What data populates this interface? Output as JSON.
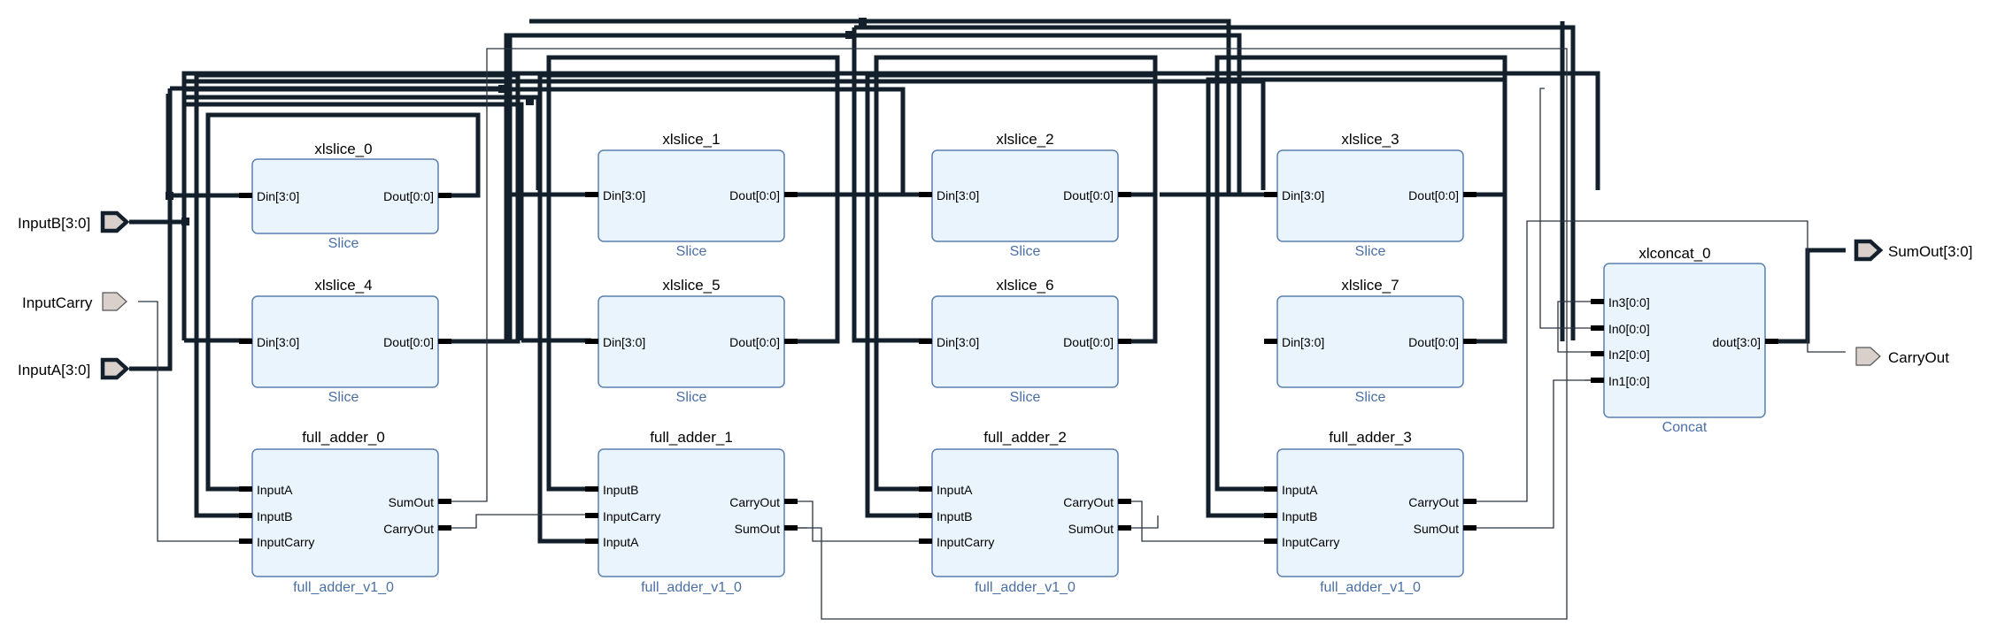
{
  "ports": {
    "input_b": "InputB[3:0]",
    "input_carry": "InputCarry",
    "input_a": "InputA[3:0]",
    "sum_out": "SumOut[3:0]",
    "carry_out": "CarryOut"
  },
  "slices": [
    {
      "name": "xlslice_0",
      "type": "Slice",
      "din": "Din[3:0]",
      "dout": "Dout[0:0]"
    },
    {
      "name": "xlslice_1",
      "type": "Slice",
      "din": "Din[3:0]",
      "dout": "Dout[0:0]"
    },
    {
      "name": "xlslice_2",
      "type": "Slice",
      "din": "Din[3:0]",
      "dout": "Dout[0:0]"
    },
    {
      "name": "xlslice_3",
      "type": "Slice",
      "din": "Din[3:0]",
      "dout": "Dout[0:0]"
    },
    {
      "name": "xlslice_4",
      "type": "Slice",
      "din": "Din[3:0]",
      "dout": "Dout[0:0]"
    },
    {
      "name": "xlslice_5",
      "type": "Slice",
      "din": "Din[3:0]",
      "dout": "Dout[0:0]"
    },
    {
      "name": "xlslice_6",
      "type": "Slice",
      "din": "Din[3:0]",
      "dout": "Dout[0:0]"
    },
    {
      "name": "xlslice_7",
      "type": "Slice",
      "din": "Din[3:0]",
      "dout": "Dout[0:0]"
    }
  ],
  "adders": [
    {
      "name": "full_adder_0",
      "type": "full_adder_v1_0",
      "in": [
        "InputA",
        "InputB",
        "InputCarry"
      ],
      "out": [
        "SumOut",
        "CarryOut"
      ]
    },
    {
      "name": "full_adder_1",
      "type": "full_adder_v1_0",
      "in": [
        "InputB",
        "InputCarry",
        "InputA"
      ],
      "out": [
        "CarryOut",
        "SumOut"
      ]
    },
    {
      "name": "full_adder_2",
      "type": "full_adder_v1_0",
      "in": [
        "InputA",
        "InputB",
        "InputCarry"
      ],
      "out": [
        "CarryOut",
        "SumOut"
      ]
    },
    {
      "name": "full_adder_3",
      "type": "full_adder_v1_0",
      "in": [
        "InputA",
        "InputB",
        "InputCarry"
      ],
      "out": [
        "CarryOut",
        "SumOut"
      ]
    }
  ],
  "concat": {
    "name": "xlconcat_0",
    "type": "Concat",
    "in": [
      "In3[0:0]",
      "In0[0:0]",
      "In2[0:0]",
      "In1[0:0]"
    ],
    "out": "dout[3:0]"
  },
  "colors": {
    "block_fill": "#e9f4fc",
    "block_stroke": "#5b7fb0",
    "bus": "#13202c",
    "subtitle": "#4a6fa5",
    "port_fill": "#d9cfcb"
  }
}
